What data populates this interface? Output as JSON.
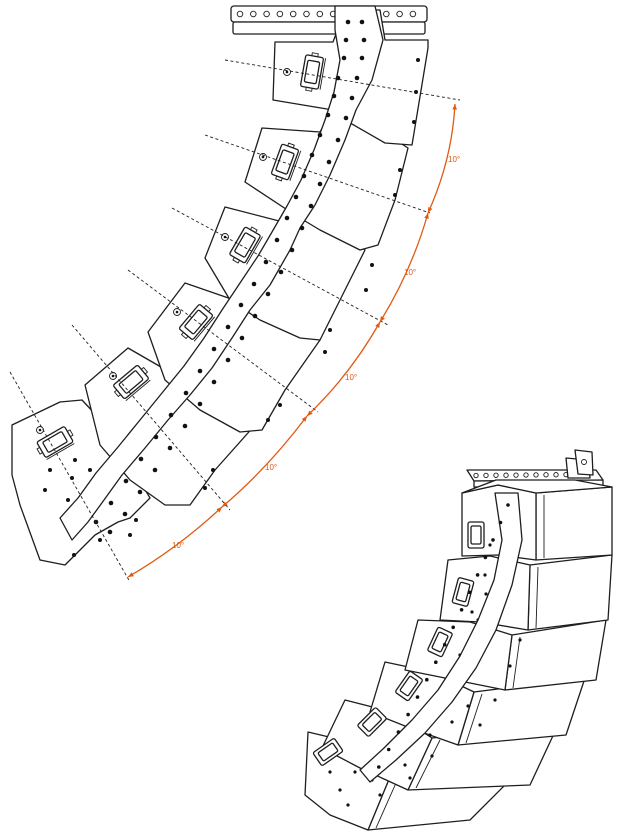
{
  "diagram": {
    "accent_color": "#e05a12",
    "line_color": "#1e1e1e",
    "splay_labels": [
      "10°",
      "10°",
      "10°",
      "10°",
      "10°"
    ],
    "cabinet_count": 6,
    "views": [
      "side-elevation",
      "isometric"
    ],
    "icons": [
      "flying-frame-bar",
      "handle-icon",
      "rigging-pin-icon",
      "angle-arrow-icon"
    ]
  }
}
